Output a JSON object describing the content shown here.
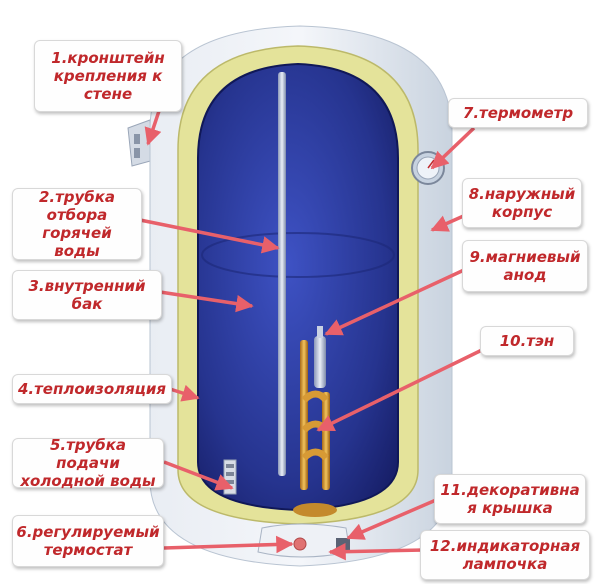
{
  "labels": [
    {
      "id": "bracket",
      "text": "1.кронштейн\nкрепления к\nстене"
    },
    {
      "id": "hot-pipe",
      "text": "2.трубка\nотбора горячей\nводы"
    },
    {
      "id": "inner-tank",
      "text": "3.внутренний\nбак"
    },
    {
      "id": "insulation",
      "text": "4.теплоизоляция"
    },
    {
      "id": "cold-pipe",
      "text": "5.трубка подачи\nхолодной воды"
    },
    {
      "id": "thermostat",
      "text": "6.регулируемый\nтермостат"
    },
    {
      "id": "thermometer",
      "text": "7.термометр"
    },
    {
      "id": "outer-case",
      "text": "8.наружный\nкорпус"
    },
    {
      "id": "anode",
      "text": "9.магниевый\nанод"
    },
    {
      "id": "heater",
      "text": "10.тэн"
    },
    {
      "id": "cover",
      "text": "11.декоративна\nя крышка"
    },
    {
      "id": "lamp",
      "text": "12.индикаторная\nлампочка"
    }
  ],
  "colors": {
    "label_text": "#c0282b",
    "arrow": "#e8606a",
    "tank_inner": "#2f3fa0",
    "insulation": "#e4e39a",
    "outer_case": "#dde4ec"
  }
}
